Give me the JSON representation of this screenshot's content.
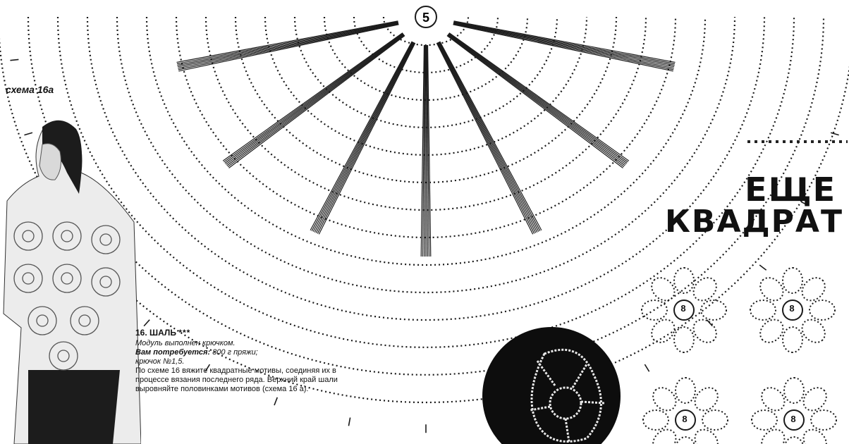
{
  "scheme_label": "схема 16а",
  "center_number": "5",
  "headline": {
    "line1": "ЕЩЕ",
    "line2": "КВАДРАТ"
  },
  "pattern": {
    "number": "16.",
    "name": "ШАЛЬ",
    "difficulty": "***",
    "technique": "Модуль выполнен крючком.",
    "materials_label": "Вам потребуется:",
    "materials": "800 г пряжи;",
    "hook": "крючок №1,5.",
    "instructions": "По схеме 16 вяжите квадратные мотивы, соединяя их в процессе вязания последнего ряда. Верхний край шали выровняйте половинками мотивов (схема 16 а)."
  },
  "motif_numbers": [
    "8",
    "8",
    "8",
    "8"
  ]
}
